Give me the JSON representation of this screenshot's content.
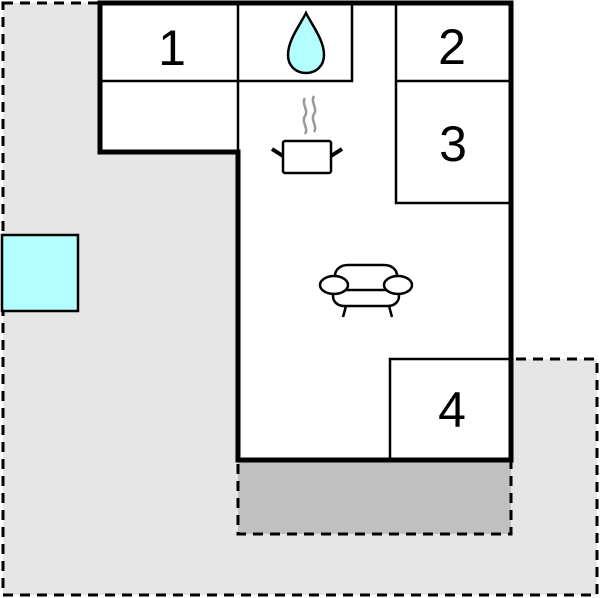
{
  "floorplan": {
    "colors": {
      "terrace": "#e6e6e6",
      "covered_terrace": "#c0c0c0",
      "pool": "#b3ffff",
      "water": "#b3ffff",
      "wall": "#000000",
      "room": "#ffffff",
      "steam": "#999999"
    },
    "rooms": [
      {
        "id": "room-1",
        "label": "1"
      },
      {
        "id": "room-2",
        "label": "2"
      },
      {
        "id": "room-3",
        "label": "3"
      },
      {
        "id": "room-4",
        "label": "4"
      }
    ],
    "icons": [
      {
        "name": "water-drop-icon",
        "meaning": "bathroom"
      },
      {
        "name": "cooking-pot-icon",
        "meaning": "kitchen"
      },
      {
        "name": "sofa-icon",
        "meaning": "living room"
      },
      {
        "name": "pool-icon",
        "meaning": "pool"
      }
    ]
  }
}
